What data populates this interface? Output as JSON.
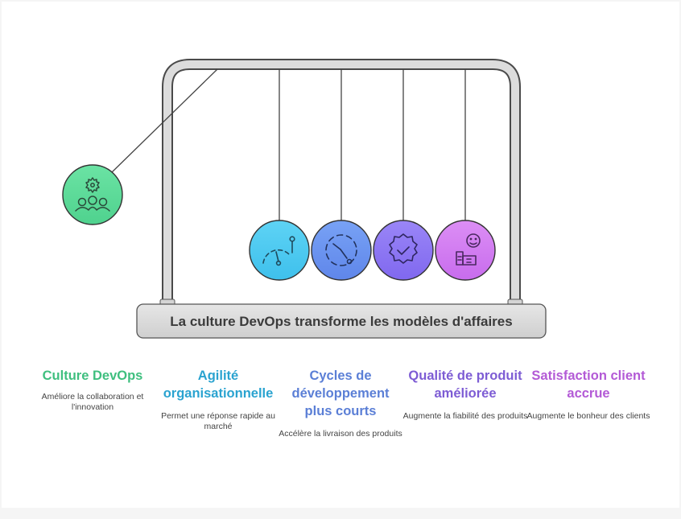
{
  "diagram": {
    "title": "La culture DevOps transforme les modèles d'affaires",
    "items": [
      {
        "title": "Culture DevOps",
        "description": "Améliore la collaboration et l'innovation",
        "icon": "gear-people-icon",
        "color": "#3fbf7f",
        "fill": "#5fdc9a"
      },
      {
        "title": "Agilité organisationnelle",
        "description": "Permet une réponse rapide au marché",
        "icon": "speedometer-icon",
        "color": "#2aa3d0",
        "fill": "#4cc9f0"
      },
      {
        "title": "Cycles de développement plus courts",
        "description": "Accélère la livraison des produits",
        "icon": "dashed-clock-icon",
        "color": "#5b7fd6",
        "fill": "#6a93f0"
      },
      {
        "title": "Qualité de produit améliorée",
        "description": "Augmente la fiabilité des produits",
        "icon": "badge-check-icon",
        "color": "#7d5cd4",
        "fill": "#9077f5"
      },
      {
        "title": "Satisfaction client accrue",
        "description": "Augmente le bonheur des clients",
        "icon": "happy-customer-icon",
        "color": "#b35ad6",
        "fill": "#d37ef2"
      }
    ]
  }
}
